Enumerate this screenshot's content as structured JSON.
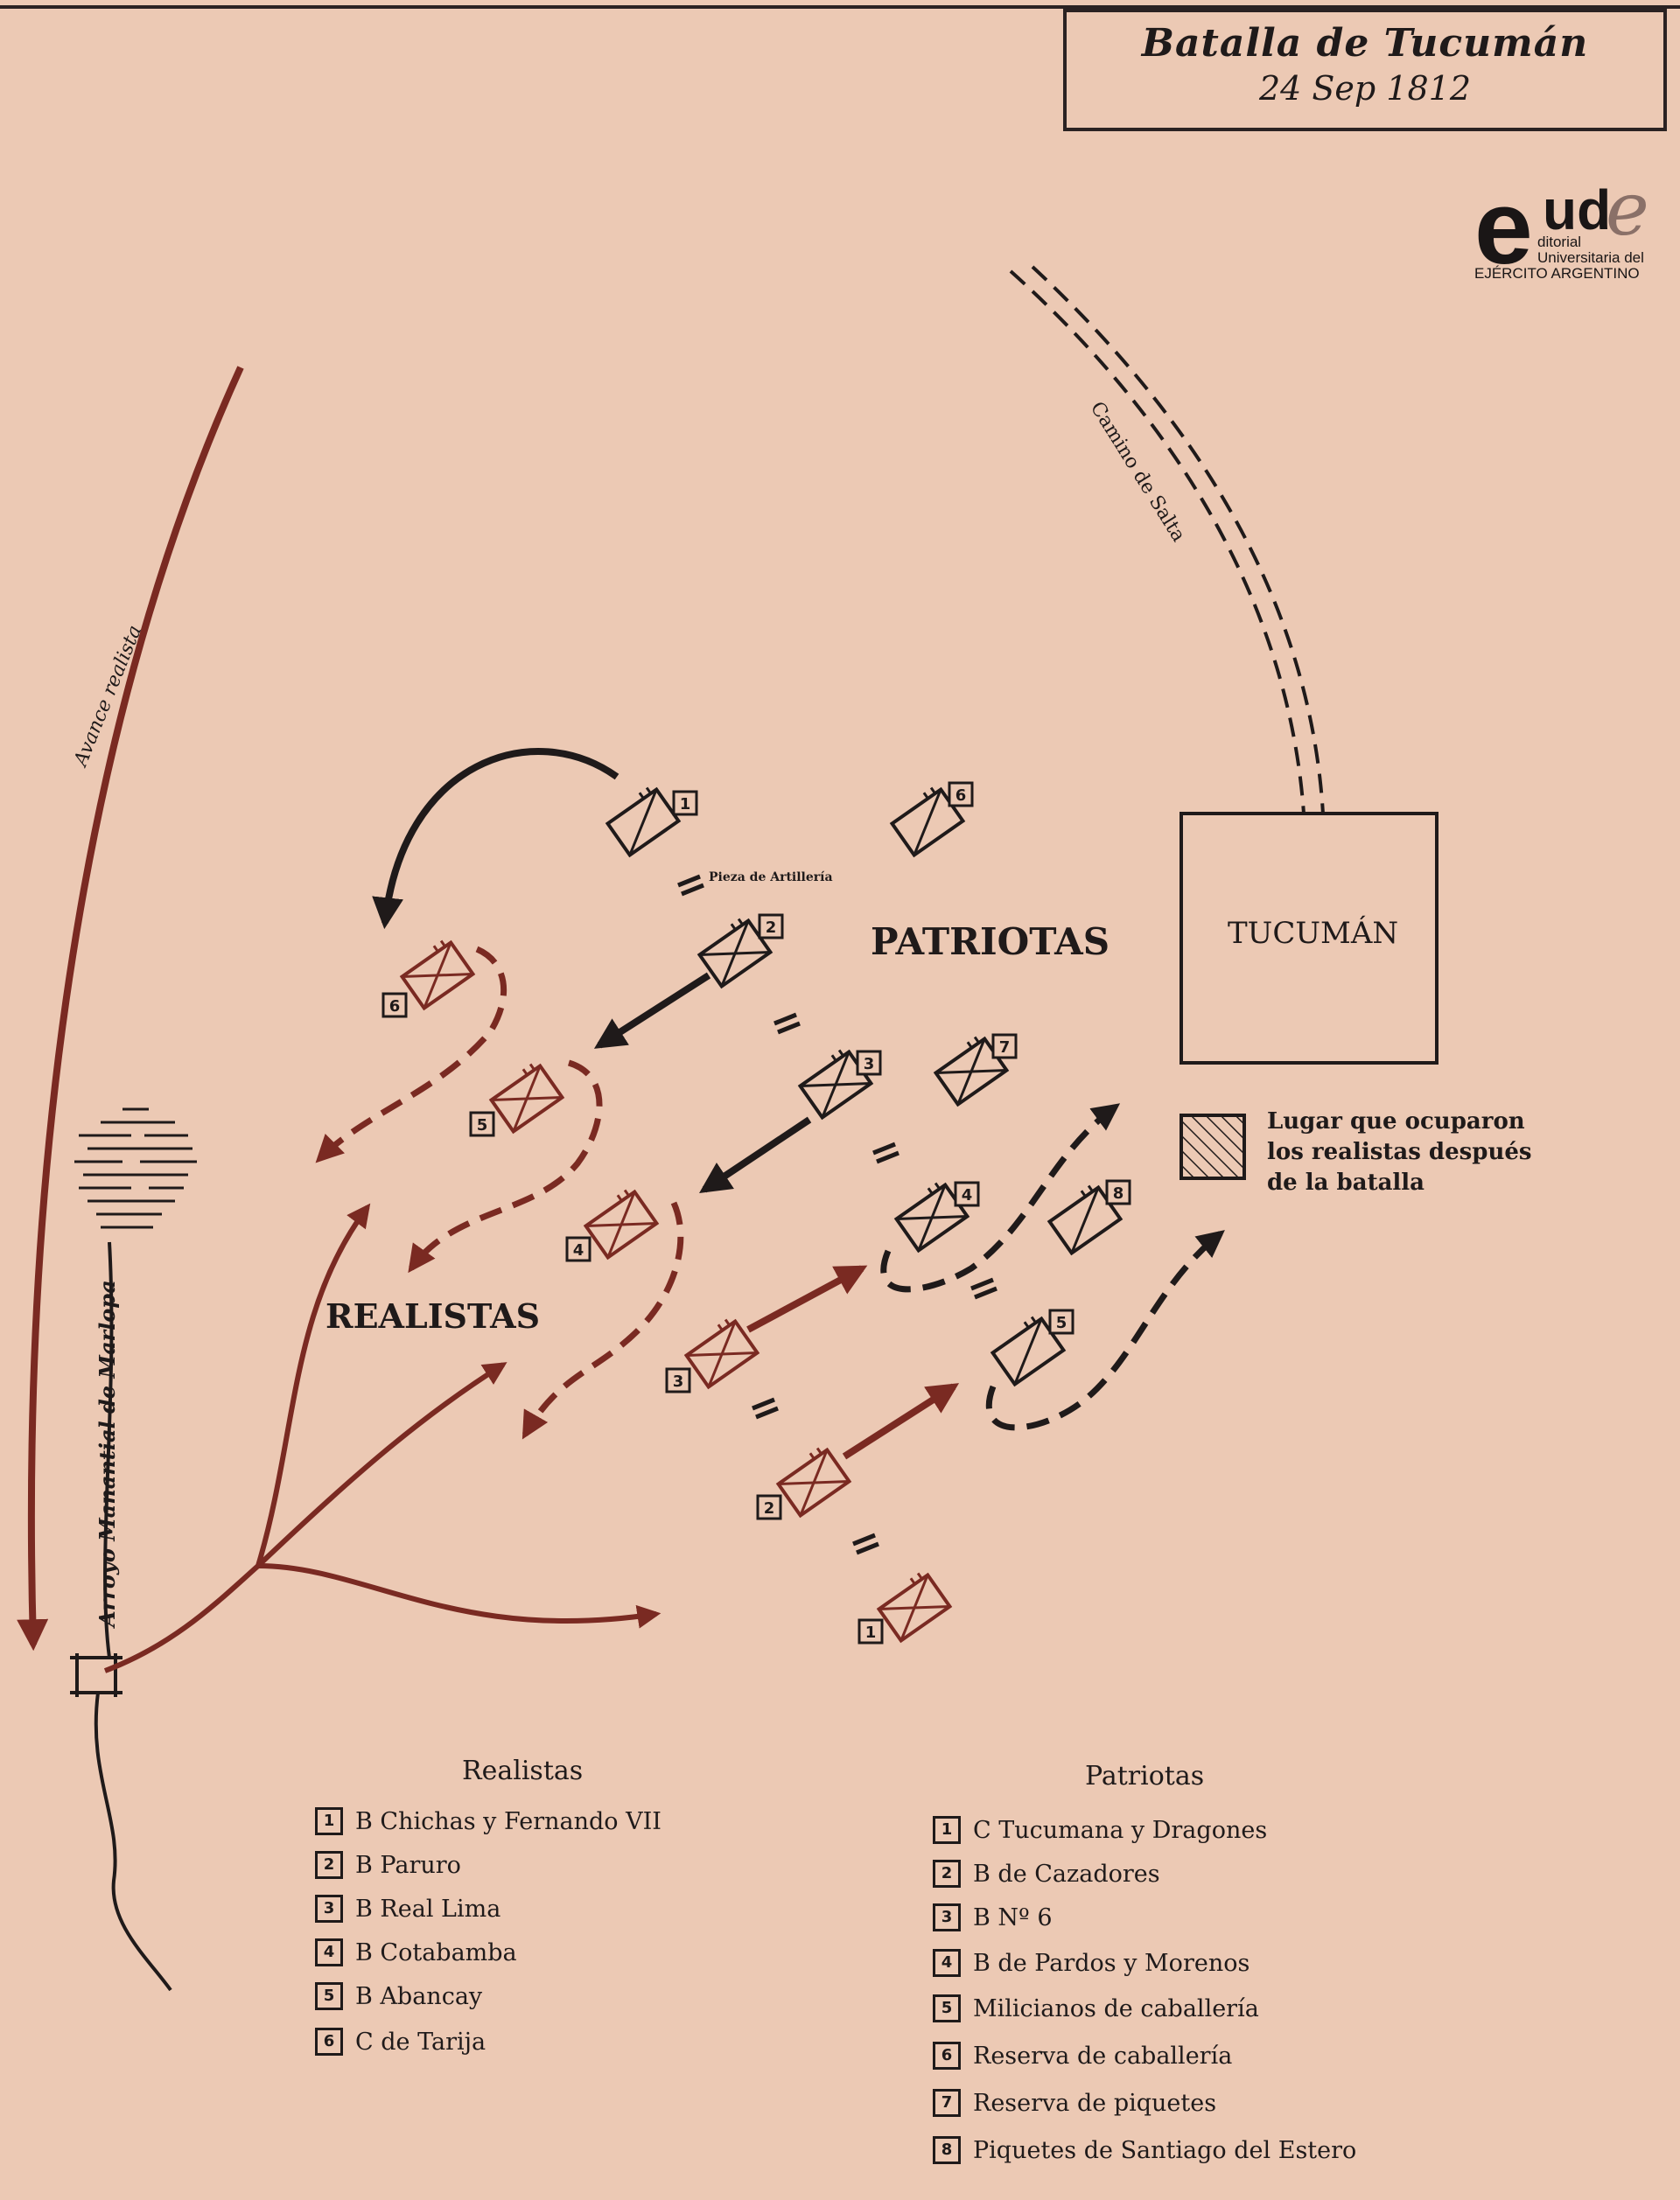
{
  "map": {
    "title": "Batalla de Tucumán",
    "date": "24 Sep 1812",
    "labels": {
      "patriotas": "PATRIOTAS",
      "realistas": "REALISTAS",
      "tucuman": "TUCUMÁN",
      "camino": "Camino de Salta",
      "avance": "Avance realista",
      "arroyo": "Arroyo Manantial de Marlopa",
      "artilleria": "Pieza de Artillería"
    },
    "hatch_legend": [
      "Lugar que ocuparon",
      "los realistas después",
      "de la batalla"
    ]
  },
  "logo": {
    "mark_e": "e",
    "mark_ud": "ud",
    "mark_e2": "e",
    "line1": "ditorial",
    "line2": "Universitaria del",
    "line3": "EJÉRCITO ARGENTINO"
  },
  "legend": {
    "realistas": {
      "title": "Realistas",
      "items": [
        {
          "num": "1",
          "label": "B Chichas y Fernando VII"
        },
        {
          "num": "2",
          "label": "B Paruro"
        },
        {
          "num": "3",
          "label": "B Real Lima"
        },
        {
          "num": "4",
          "label": "B Cotabamba"
        },
        {
          "num": "5",
          "label": "B Abancay"
        },
        {
          "num": "6",
          "label": "C de Tarija"
        }
      ]
    },
    "patriotas": {
      "title": "Patriotas",
      "items": [
        {
          "num": "1",
          "label": "C Tucumana y Dragones"
        },
        {
          "num": "2",
          "label": "B de Cazadores"
        },
        {
          "num": "3",
          "label": "B Nº 6"
        },
        {
          "num": "4",
          "label": "B de Pardos y Morenos"
        },
        {
          "num": "5",
          "label": "Milicianos de caballería"
        },
        {
          "num": "6",
          "label": "Reserva de caballería"
        },
        {
          "num": "7",
          "label": "Reserva de piquetes"
        },
        {
          "num": "8",
          "label": "Piquetes de Santiago del Estero"
        }
      ]
    }
  },
  "units": {
    "patriot": [
      {
        "num": "1",
        "type": "cavalry"
      },
      {
        "num": "2",
        "type": "infantry"
      },
      {
        "num": "3",
        "type": "infantry"
      },
      {
        "num": "4",
        "type": "infantry"
      },
      {
        "num": "5",
        "type": "cavalry"
      },
      {
        "num": "6",
        "type": "cavalry"
      },
      {
        "num": "7",
        "type": "infantry"
      },
      {
        "num": "8",
        "type": "cavalry"
      }
    ],
    "royalist_final": [
      {
        "num": "6"
      },
      {
        "num": "5"
      },
      {
        "num": "4"
      }
    ],
    "royalist_initial": [
      {
        "num": "3"
      },
      {
        "num": "2"
      },
      {
        "num": "1"
      }
    ]
  },
  "colors": {
    "background": "#ecc9b4",
    "ink": "#1f1a1a",
    "royalist": "#7a2a22"
  }
}
